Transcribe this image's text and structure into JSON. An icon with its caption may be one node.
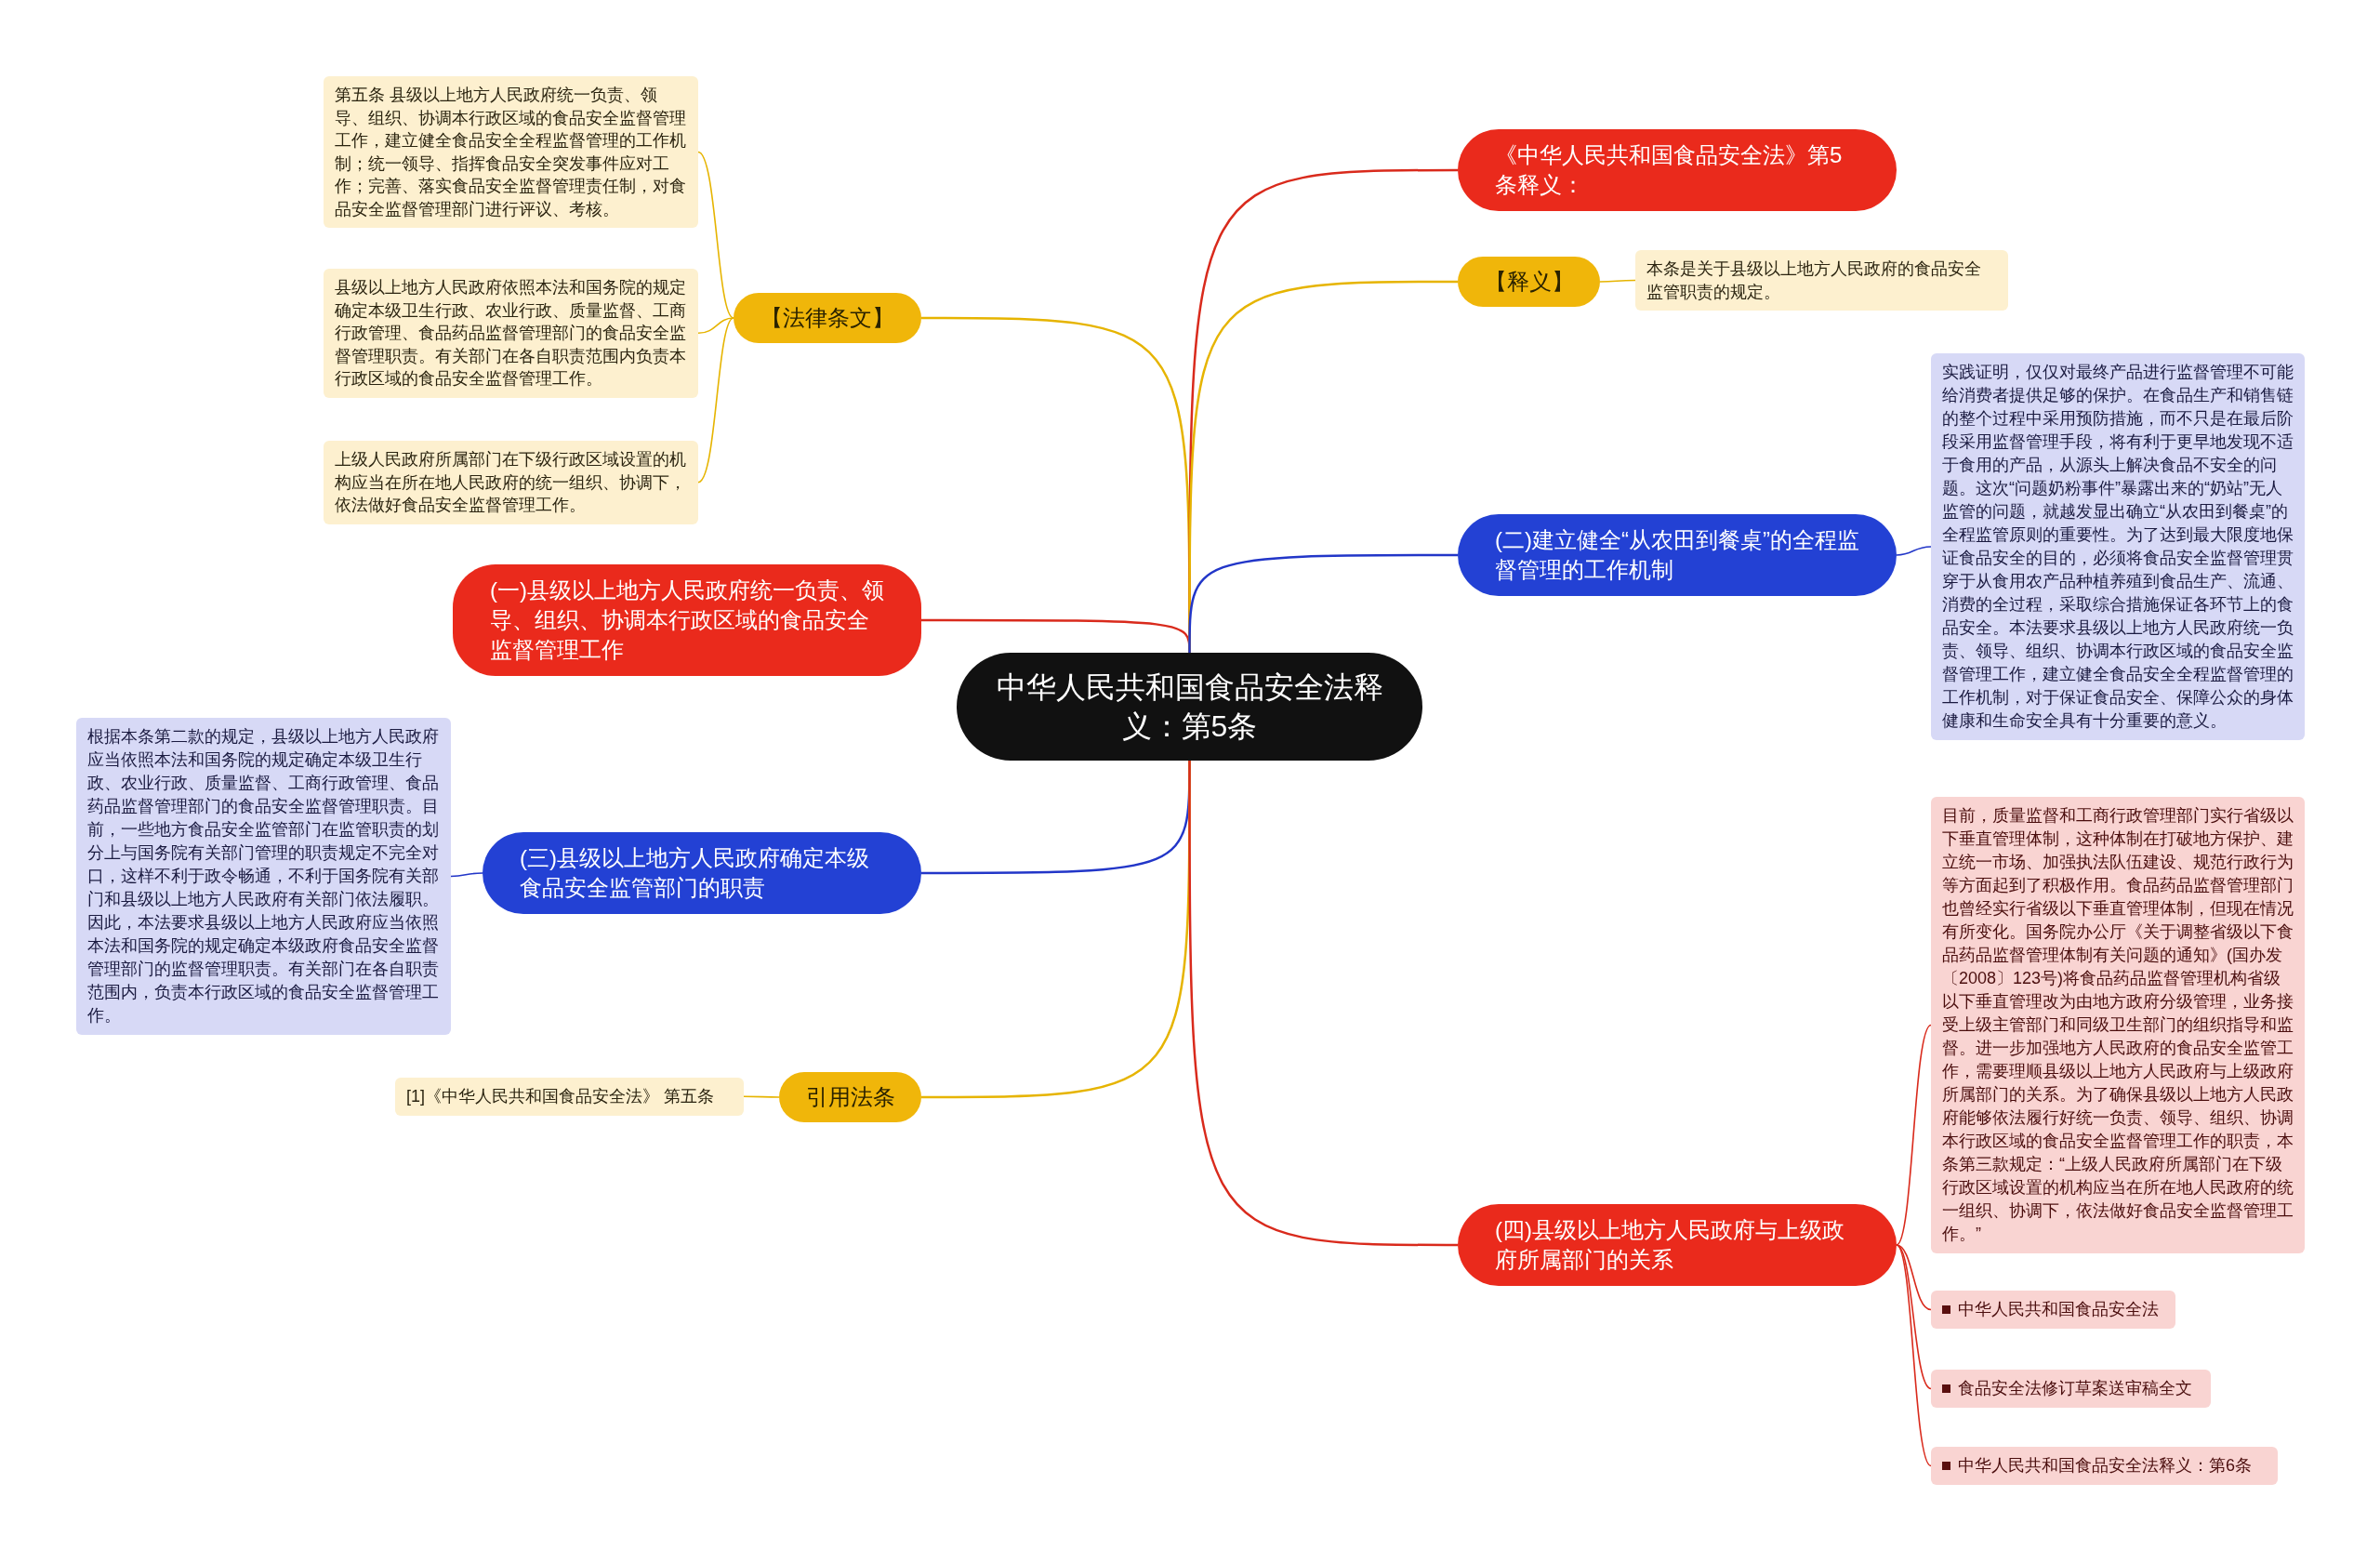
{
  "diagram": {
    "nodes": [
      {
        "text": [
          "中华人民共和国食品安全法释义：第5条"
        ]
      },
      {
        "text": [
          "【法律条文】"
        ]
      },
      {
        "text": [
          "第五条 县级以上地方人民政府统一负责、领导、组织、协调本行政区域的食品安全监督管理工作，建立健全食品安全全程监督管理的工作机制；统一领导、指挥食品安全突发事件应对工作；完善、落实食品安全监督管理责任制，对食品安全监督管理部门进行评议、考核。"
        ]
      },
      {
        "text": [
          "县级以上地方人民政府依照本法和国务院的规定确定本级卫生行政、农业行政、质量监督、工商行政管理、食品药品监督管理部门的食品安全监督管理职责。有关部门在各自职责范围内负责本行政区域的食品安全监督管理工作。"
        ]
      },
      {
        "text": [
          "上级人民政府所属部门在下级行政区域设置的机构应当在所在地人民政府的统一组织、协调下，依法做好食品安全监督管理工作。"
        ]
      },
      {
        "text": [
          "(一)县级以上地方人民政府统一负责、领导、组织、协调本行政区域的食品安全监督管理工作"
        ]
      },
      {
        "text": [
          "(三)县级以上地方人民政府确定本级食品安全监管部门的职责"
        ]
      },
      {
        "text": [
          "根据本条第二款的规定，县级以上地方人民政府应当依照本法和国务院的规定确定本级卫生行政、农业行政、质量监督、工商行政管理、食品药品监督管理部门的食品安全监督管理职责。目前，一些地方食品安全监管部门在监管职责的划分上与国务院有关部门管理的职责规定不完全对口，这样不利于政令畅通，不利于国务院有关部门和县级以上地方人民政府有关部门依法履职。因此，本法要求县级以上地方人民政府应当依照本法和国务院的规定确定本级政府食品安全监督管理部门的监督管理职责。有关部门在各自职责范围内，负责本行政区域的食品安全监督管理工作。"
        ]
      },
      {
        "text": [
          "引用法条"
        ]
      },
      {
        "text": [
          "[1]《中华人民共和国食品安全法》 第五条"
        ]
      },
      {
        "text": [
          "《中华人民共和国食品安全法》第5条释义："
        ]
      },
      {
        "text": [
          "【释义】"
        ]
      },
      {
        "text": [
          "本条是关于县级以上地方人民政府的食品安全监管职责的规定。"
        ]
      },
      {
        "text": [
          "(二)建立健全“从农田到餐桌”的全程监督管理的工作机制"
        ]
      },
      {
        "text": [
          "实践证明，仅仅对最终产品进行监督管理不可能给消费者提供足够的保护。在食品生产和销售链的整个过程中采用预防措施，而不只是在最后阶段采用监督管理手段，将有利于更早地发现不适于食用的产品，从源头上解决食品不安全的问题。这次“问题奶粉事件”暴露出来的“奶站”无人监管的问题，就越发显出确立“从农田到餐桌”的全程监管原则的重要性。为了达到最大限度地保证食品安全的目的，必须将食品安全监督管理贯穿于从食用农产品种植养殖到食品生产、流通、消费的全过程，采取综合措施保证各环节上的食品安全。本法要求县级以上地方人民政府统一负责、领导、组织、协调本行政区域的食品安全监督管理工作，建立健全食品安全全程监督管理的工作机制，对于保证食品安全、保障公众的身体健康和生命安全具有十分重要的意义。"
        ]
      },
      {
        "text": [
          "(四)县级以上地方人民政府与上级政府所属部门的关系"
        ]
      },
      {
        "text": [
          "目前，质量监督和工商行政管理部门实行省级以下垂直管理体制，这种体制在打破地方保护、建立统一市场、加强执法队伍建设、规范行政行为等方面起到了积极作用。食品药品监督管理部门也曾经实行省级以下垂直管理体制，但现在情况有所变化。国务院办公厅《关于调整省级以下食品药品监督管理体制有关问题的通知》(国办发〔2008〕123号)将食品药品监督管理机构省级以下垂直管理改为由地方政府分级管理，业务接受上级主管部门和同级卫生部门的组织指导和监督。进一步加强地方人民政府的食品安全监管工作，需要理顺县级以上地方人民政府与上级政府所属部门的关系。为了确保县级以上地方人民政府能够依法履行好统一负责、领导、组织、协调本行政区域的食品安全监督管理工作的职责，本条第三款规定：“上级人民政府所属部门在下级行政区域设置的机构应当在所在地人民政府的统一组织、协调下，依法做好食品安全监督管理工作。”"
        ]
      },
      {
        "text": [
          "中华人民共和国食品安全法"
        ]
      },
      {
        "text": [
          "食品安全法修订草案送审稿全文"
        ]
      },
      {
        "text": [
          "中华人民共和国食品安全法释义：第6条"
        ]
      }
    ],
    "edges": [
      {
        "from": 0,
        "to": 1,
        "arrow": "none",
        "color": "#e6b400"
      },
      {
        "from": 1,
        "to": 2,
        "arrow": "none",
        "color": "#e6b400"
      },
      {
        "from": 1,
        "to": 3,
        "arrow": "none",
        "color": "#e6b400"
      },
      {
        "from": 1,
        "to": 4,
        "arrow": "none",
        "color": "#e6b400"
      },
      {
        "from": 0,
        "to": 5,
        "arrow": "none",
        "color": "#d92a1c"
      },
      {
        "from": 0,
        "to": 6,
        "arrow": "none",
        "color": "#2236c8"
      },
      {
        "from": 6,
        "to": 7,
        "arrow": "none",
        "color": "#2236c8"
      },
      {
        "from": 0,
        "to": 8,
        "arrow": "none",
        "color": "#e6b400"
      },
      {
        "from": 8,
        "to": 9,
        "arrow": "none",
        "color": "#e6b400"
      },
      {
        "from": 0,
        "to": 10,
        "arrow": "none",
        "color": "#d92a1c"
      },
      {
        "from": 0,
        "to": 11,
        "arrow": "none",
        "color": "#e6b400"
      },
      {
        "from": 11,
        "to": 12,
        "arrow": "none",
        "color": "#e6b400"
      },
      {
        "from": 0,
        "to": 13,
        "arrow": "none",
        "color": "#2236c8"
      },
      {
        "from": 13,
        "to": 14,
        "arrow": "none",
        "color": "#2236c8"
      },
      {
        "from": 0,
        "to": 15,
        "arrow": "none",
        "color": "#d92a1c"
      },
      {
        "from": 15,
        "to": 16,
        "arrow": "none",
        "color": "#d92a1c"
      },
      {
        "from": 15,
        "to": 17,
        "arrow": "none",
        "color": "#d92a1c"
      },
      {
        "from": 15,
        "to": 18,
        "arrow": "none",
        "color": "#d92a1c"
      },
      {
        "from": 15,
        "to": 19,
        "arrow": "none",
        "color": "#d92a1c"
      }
    ]
  }
}
